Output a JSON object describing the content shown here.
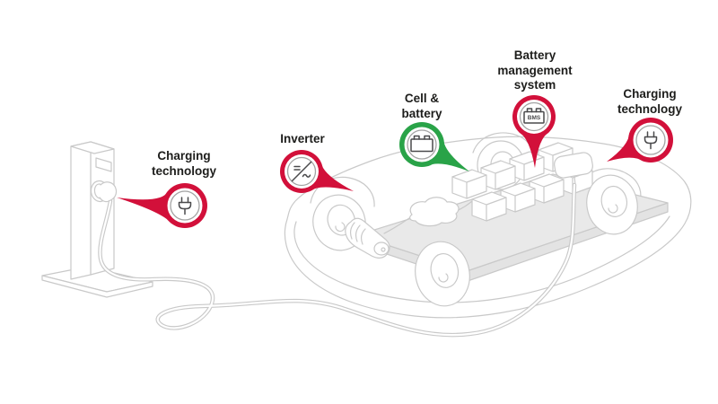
{
  "background": "#ffffff",
  "colors": {
    "accent_red": "#d2103a",
    "accent_green": "#29a348",
    "line_art": "#c9c9c9",
    "deck_fill": "#e9e9e9",
    "icon_stroke": "#4a4a4c",
    "label_text": "#1d1d1b"
  },
  "callouts": [
    {
      "id": "charging-technology-station",
      "label": "Charging\ntechnology",
      "icon": "plug-icon",
      "color": "#d2103a"
    },
    {
      "id": "inverter",
      "label": "Inverter",
      "icon": "inverter-icon",
      "color": "#d2103a"
    },
    {
      "id": "cell-and-battery",
      "label": "Cell &\nbattery",
      "icon": "battery-icon",
      "color": "#29a348"
    },
    {
      "id": "battery-management-system",
      "label": "Battery\nmanagement\nsystem",
      "icon": "bms-battery-icon",
      "icon_text": "BMS",
      "color": "#d2103a"
    },
    {
      "id": "charging-technology-vehicle",
      "label": "Charging\ntechnology",
      "icon": "plug-icon",
      "color": "#d2103a"
    }
  ],
  "scene": {
    "elements": [
      "charging-station",
      "charging-cable",
      "ev-rolling-chassis",
      "battery-modules",
      "electric-motor",
      "power-electronics",
      "charge-port",
      "wheels"
    ]
  }
}
